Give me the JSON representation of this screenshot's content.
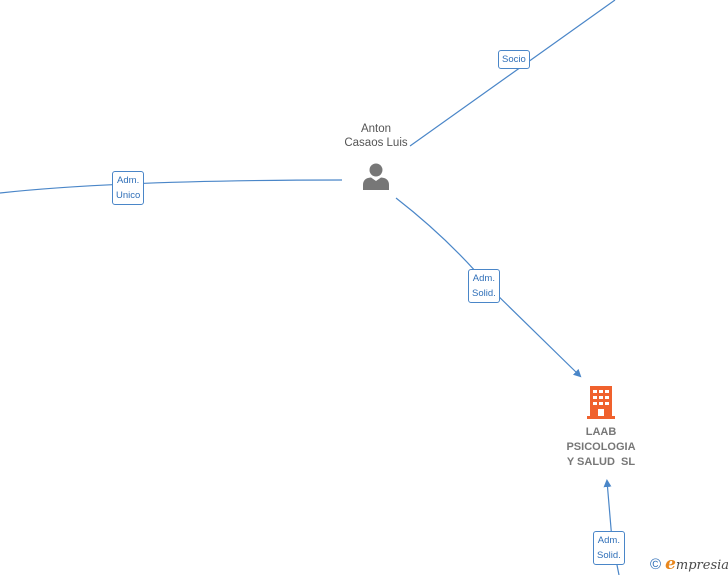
{
  "nodes": {
    "person": {
      "name_line1": "Anton",
      "name_line2": "Casaos Luis",
      "icon": "person-icon"
    },
    "company": {
      "name_line1": "LAAB",
      "name_line2": "PSICOLOGIA",
      "name_line3": "Y SALUD  SL",
      "icon": "building-icon"
    }
  },
  "edges": {
    "socio": {
      "line1": "Socio"
    },
    "adm_unico": {
      "line1": "Adm.",
      "line2": "Unico"
    },
    "adm_solid_top": {
      "line1": "Adm.",
      "line2": "Solid."
    },
    "adm_solid_bottom": {
      "line1": "Adm.",
      "line2": "Solid."
    }
  },
  "footer": {
    "copyright_symbol": "©",
    "brand_initial": "e",
    "brand_rest": "mpresia"
  },
  "colors": {
    "edge": "#4a86c8",
    "person": "#777777",
    "company": "#f0612d",
    "label_text": "#2f6fb8"
  }
}
